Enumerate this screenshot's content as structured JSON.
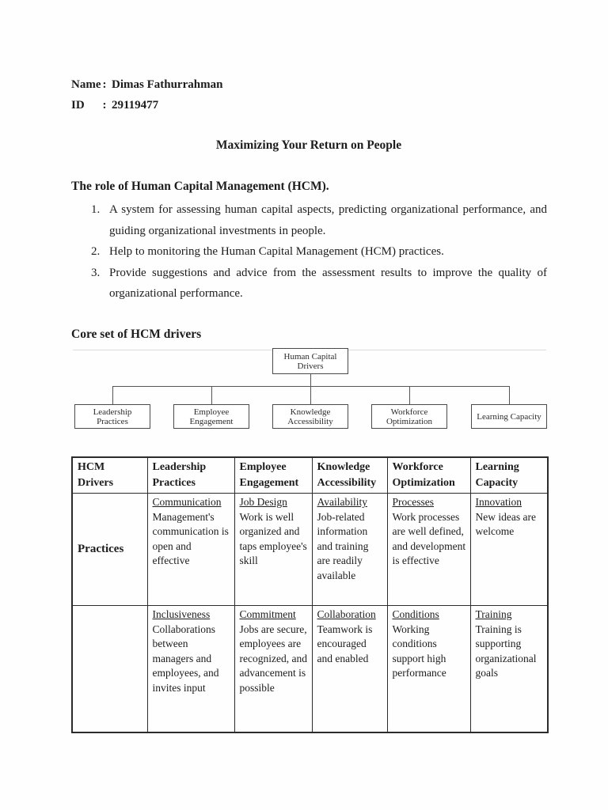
{
  "page": {
    "meta": {
      "rows": [
        {
          "label": "Name",
          "colon": ":",
          "value": "Dimas Fathurrahman"
        },
        {
          "label": "ID",
          "colon": ":",
          "value": "29119477"
        }
      ]
    },
    "title": "Maximizing Your Return on People",
    "role_section": {
      "heading": "The role of Human Capital Management (HCM).",
      "items": [
        {
          "num": "1.",
          "text": "A system for assessing human capital aspects, predicting organizational performance, and guiding organizational investments in people."
        },
        {
          "num": "2.",
          "text": "Help to monitoring the Human Capital Management (HCM) practices."
        },
        {
          "num": "3.",
          "text": "Provide suggestions and advice from the assessment results to improve the quality of organizational performance."
        }
      ]
    },
    "drivers_heading": "Core set of HCM drivers",
    "diagram": {
      "root": "Human Capital Drivers",
      "children": [
        "Leadership Practices",
        "Employee Engagement",
        "Knowledge Accessibility",
        "Workforce Optimization",
        "Learning Capacity"
      ]
    },
    "table": {
      "headers": [
        "HCM Drivers",
        "Leadership Practices",
        "Employee Engagement",
        "Knowledge Accessibility",
        "Workforce Optimization",
        "Learning Capacity"
      ],
      "rows": [
        {
          "label": "Practices",
          "cells": [
            {
              "term": "Communication",
              "desc": "Management's communication is open and effective"
            },
            {
              "term": "Job Design",
              "desc": "Work is well organized and taps employee's skill"
            },
            {
              "term": "Availability",
              "desc": "Job-related information and training are readily available"
            },
            {
              "term": "Processes",
              "desc": "Work processes are well defined, and development is effective"
            },
            {
              "term": "Innovation",
              "desc": "New ideas are welcome"
            }
          ]
        },
        {
          "label": "",
          "cells": [
            {
              "term": "Inclusiveness",
              "desc": "Collaborations between managers and employees, and invites input"
            },
            {
              "term": "Commitment",
              "desc": "Jobs are secure, employees are recognized, and advancement is possible"
            },
            {
              "term": "Collaboration",
              "desc": "Teamwork is encouraged and enabled"
            },
            {
              "term": "Conditions",
              "desc": "Working conditions support high performance"
            },
            {
              "term": "Training",
              "desc": "Training is supporting organizational goals"
            }
          ]
        }
      ]
    }
  }
}
